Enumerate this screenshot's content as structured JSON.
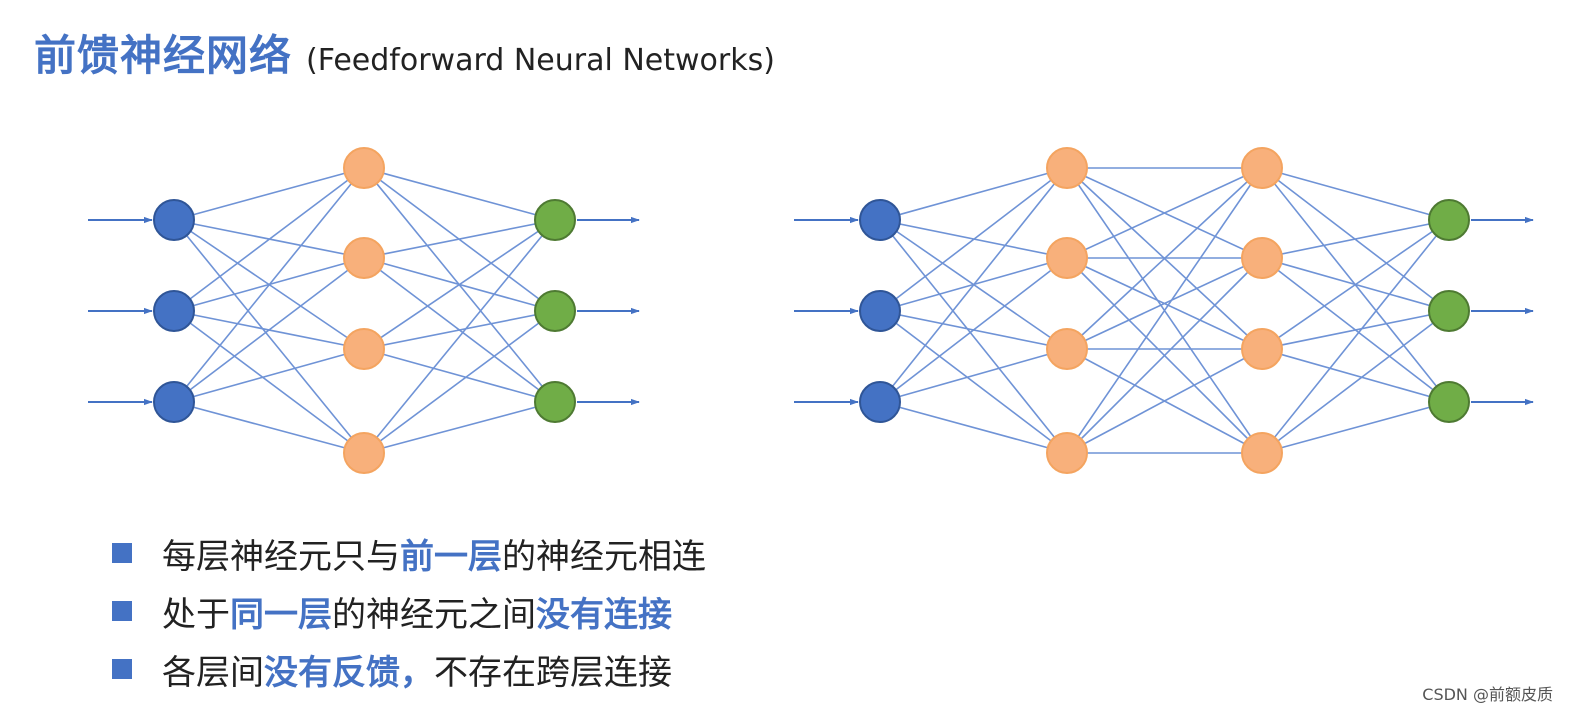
{
  "title": {
    "main": "前馈神经网络",
    "sub": "(Feedforward Neural Networks)"
  },
  "bullets": [
    {
      "segments": [
        {
          "text": "每层神经元只与",
          "highlight": false
        },
        {
          "text": "前一层",
          "highlight": true
        },
        {
          "text": "的神经元相连",
          "highlight": false
        }
      ]
    },
    {
      "segments": [
        {
          "text": "处于",
          "highlight": false
        },
        {
          "text": "同一层",
          "highlight": true
        },
        {
          "text": "的神经元之间",
          "highlight": false
        },
        {
          "text": "没有连接",
          "highlight": true
        }
      ]
    },
    {
      "segments": [
        {
          "text": "各层间",
          "highlight": false
        },
        {
          "text": "没有反馈，",
          "highlight": true
        },
        {
          "text": "不存在跨层连接",
          "highlight": false
        }
      ]
    }
  ],
  "networks": [
    {
      "layers": [
        3,
        4,
        3
      ]
    },
    {
      "layers": [
        3,
        4,
        4,
        3
      ]
    }
  ],
  "colors": {
    "accent": "#4472c4",
    "input_node": "#4472c4",
    "input_stroke": "#2f5597",
    "hidden_node": "#f8b07b",
    "hidden_stroke": "#f4a460",
    "output_node": "#70ad47",
    "output_stroke": "#4e7a32",
    "edge": "#6f93d6"
  },
  "watermark": "CSDN @前额皮质"
}
